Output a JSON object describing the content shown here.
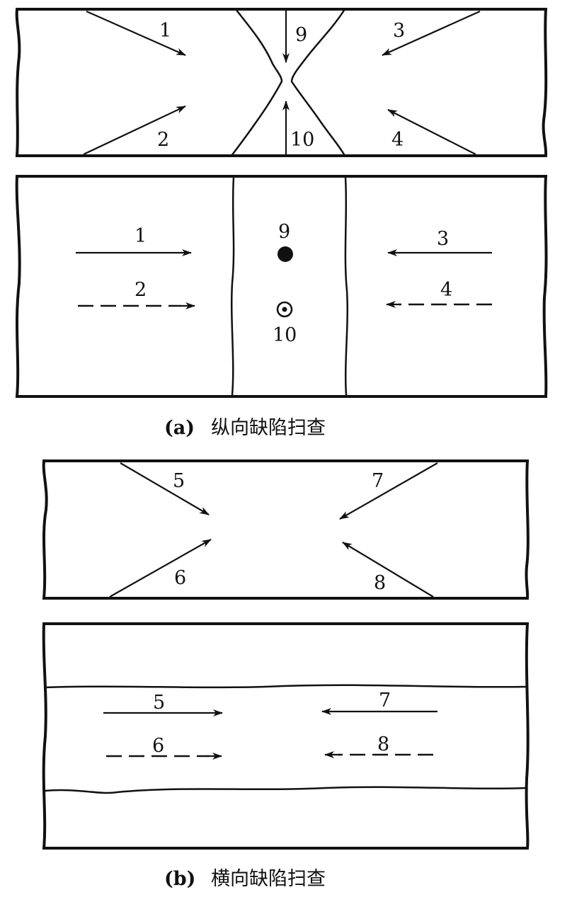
{
  "panel_a": {
    "top_labels": {
      "l1": "1",
      "l2": "2",
      "l3": "3",
      "l4": "4",
      "l9": "9",
      "l10": "10"
    },
    "bottom_labels": {
      "l1": "1",
      "l2": "2",
      "l3": "3",
      "l4": "4",
      "l9": "9",
      "l10": "10"
    },
    "caption_prefix": "(a)",
    "caption_text": "纵向缺陷扫查"
  },
  "panel_b": {
    "top_labels": {
      "l5": "5",
      "l6": "6",
      "l7": "7",
      "l8": "8"
    },
    "bottom_labels": {
      "l5": "5",
      "l6": "6",
      "l7": "7",
      "l8": "8"
    },
    "caption_prefix": "(b)",
    "caption_text": "横向缺陷扫查"
  }
}
